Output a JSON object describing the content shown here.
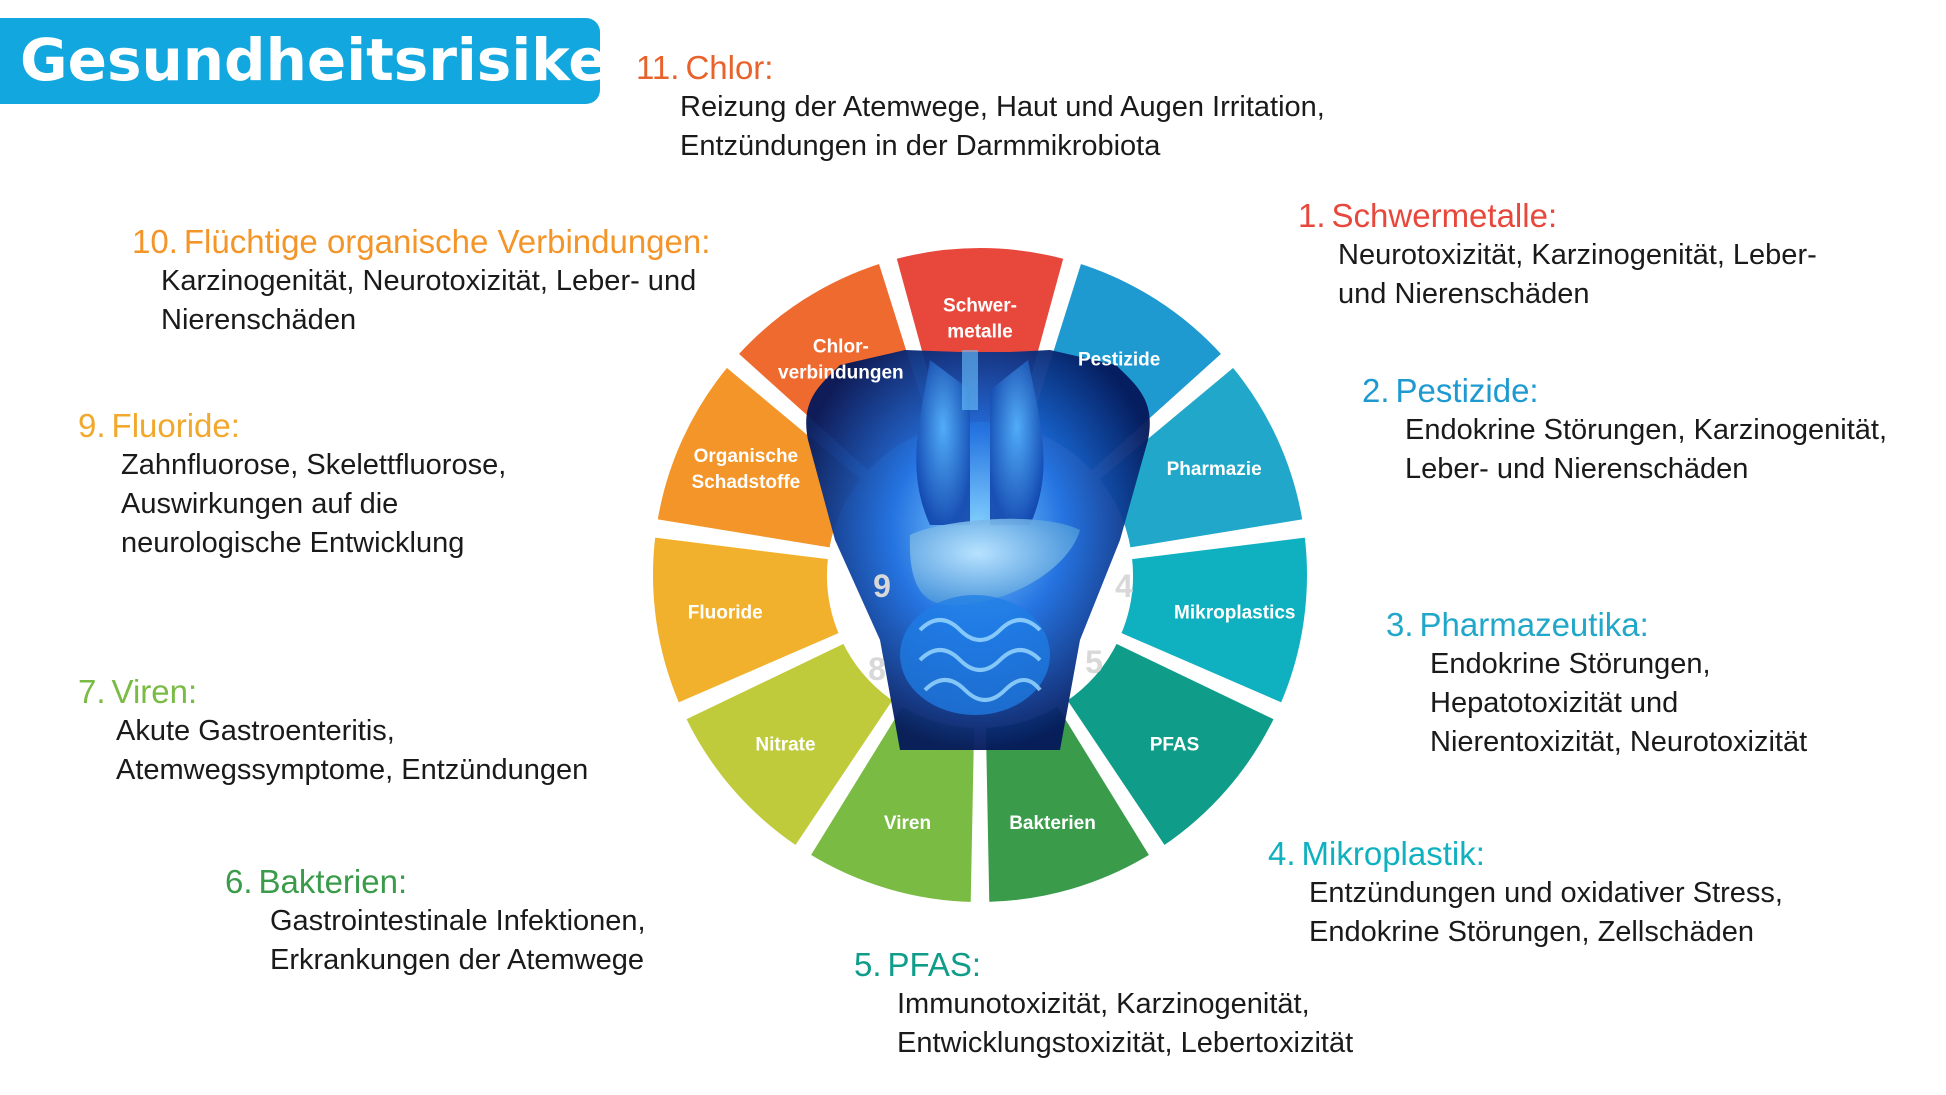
{
  "title": "Gesundheitsrisiken",
  "colors": {
    "title_bg": "#12a7df",
    "segments": [
      "#e8483c",
      "#1f9ad0",
      "#21a7c9",
      "#0fb1c0",
      "#0f9d8a",
      "#3a9b4b",
      "#79bb43",
      "#bfcb3a",
      "#f2b12c",
      "#f39528",
      "#ef6a2f"
    ]
  },
  "wheel": {
    "segments": [
      {
        "label": "Schwer-\nmetalle"
      },
      {
        "label": "Pestizide"
      },
      {
        "label": "Pharmazie"
      },
      {
        "label": "Mikroplastics"
      },
      {
        "label": "PFAS"
      },
      {
        "label": "Bakterien"
      },
      {
        "label": "Viren"
      },
      {
        "label": "Nitrate"
      },
      {
        "label": "Fluoride"
      },
      {
        "label": "Organische\nSchadstoffe"
      },
      {
        "label": "Chlor-\nverbindungen"
      }
    ],
    "inner_numbers": [
      "9",
      "4",
      "8",
      "5"
    ]
  },
  "risks": [
    {
      "num": "11.",
      "name": "Chlor:",
      "color": "#e8622c",
      "lines": [
        "Reizung der Atemwege, Haut und Augen Irritation,",
        "Entzündungen in der Darmmikrobiota"
      ]
    },
    {
      "num": "1.",
      "name": "Schwermetalle:",
      "color": "#e8483c",
      "lines": [
        "Neurotoxizität, Karzinogenität, Leber-",
        "und Nierenschäden"
      ]
    },
    {
      "num": "2.",
      "name": "Pestizide:",
      "color": "#1f9ad0",
      "lines": [
        "Endokrine Störungen, Karzinogenität,",
        "Leber- und Nierenschäden"
      ]
    },
    {
      "num": "3.",
      "name": "Pharmazeutika:",
      "color": "#21a7c9",
      "lines": [
        "Endokrine Störungen,",
        "Hepatotoxizität und",
        "Nierentoxizität, Neurotoxizität"
      ]
    },
    {
      "num": "4.",
      "name": "Mikroplastik:",
      "color": "#0fb1c0",
      "lines": [
        "Entzündungen und oxidativer Stress,",
        "Endokrine Störungen, Zellschäden"
      ]
    },
    {
      "num": "5.",
      "name": "PFAS:",
      "color": "#0f9d8a",
      "lines": [
        "Immunotoxizität, Karzinogenität,",
        "Entwicklungstoxizität, Lebertoxizität"
      ]
    },
    {
      "num": "6.",
      "name": "Bakterien:",
      "color": "#3a9b4b",
      "lines": [
        "Gastrointestinale Infektionen,",
        "Erkrankungen der Atemwege"
      ]
    },
    {
      "num": "7.",
      "name": "Viren:",
      "color": "#79bb43",
      "lines": [
        "Akute Gastroenteritis,",
        "Atemwegssymptome, Entzündungen"
      ]
    },
    {
      "num": "9.",
      "name": "Fluoride:",
      "color": "#f2a82c",
      "lines": [
        "Zahnfluorose, Skelettfluorose,",
        "Auswirkungen auf die",
        "neurologische Entwicklung"
      ]
    },
    {
      "num": "10.",
      "name": "Flüchtige organische Verbindungen:",
      "color": "#f39528",
      "lines": [
        "Karzinogenität, Neurotoxizität, Leber- und",
        "Nierenschäden"
      ]
    }
  ]
}
